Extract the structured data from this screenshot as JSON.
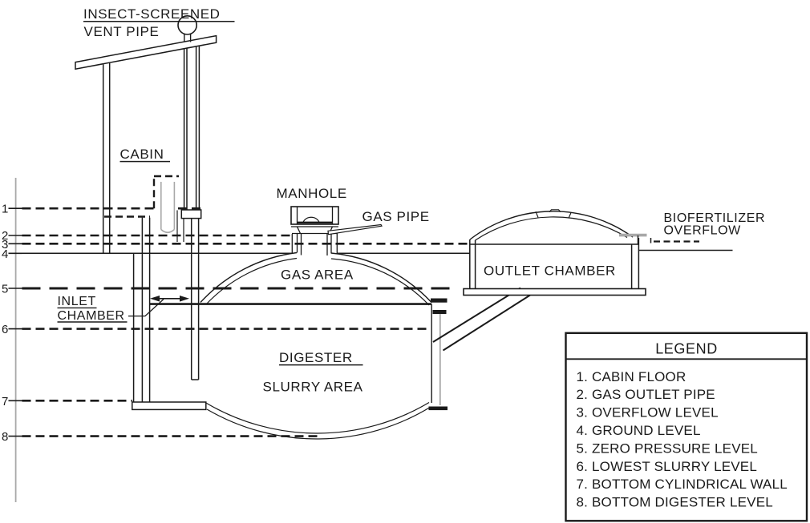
{
  "diagram": {
    "labels": {
      "vent_title_line1": "INSECT-SCREENED",
      "vent_title_line2": "VENT PIPE",
      "cabin": "CABIN",
      "manhole": "MANHOLE",
      "gas_pipe": "GAS PIPE",
      "gas_area": "GAS AREA",
      "inlet_line1": "INLET",
      "inlet_line2": "CHAMBER",
      "digester": "DIGESTER",
      "slurry_area": "SLURRY AREA",
      "outlet_chamber": "OUTLET CHAMBER",
      "biofertilizer_line1": "BIOFERTILIZER",
      "biofertilizer_line2": "OVERFLOW"
    },
    "axis_ticks": [
      "1",
      "2",
      "3",
      "4",
      "5",
      "6",
      "7",
      "8"
    ],
    "legend": {
      "title": "LEGEND",
      "items": [
        "1. CABIN FLOOR",
        "2. GAS OUTLET PIPE",
        "3. OVERFLOW LEVEL",
        "4. GROUND LEVEL",
        "5. ZERO PRESSURE LEVEL",
        "6. LOWEST SLURRY LEVEL",
        "7. BOTTOM CYLINDRICAL WALL",
        "8. BOTTOM DIGESTER LEVEL"
      ]
    },
    "colors": {
      "ink": "#1a1a1a",
      "muted": "#a8a8a8"
    }
  }
}
